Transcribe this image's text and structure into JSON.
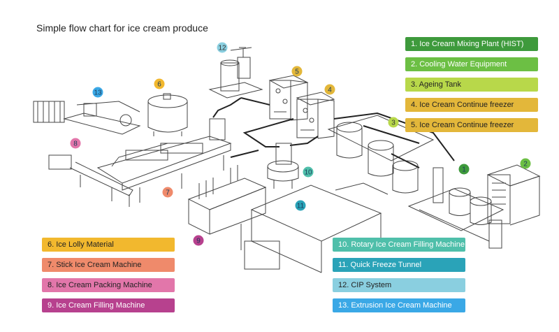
{
  "title": "Simple flow chart for ice cream produce",
  "legend_right": [
    {
      "label": "1. Ice Cream Mixing Plant (HIST)",
      "color": "#3e9a3c",
      "text": "dark"
    },
    {
      "label": "2. Cooling Water Equipment",
      "color": "#6cbf44",
      "text": "dark"
    },
    {
      "label": "3. Ageing Tank",
      "color": "#b8d84a",
      "text": "light"
    },
    {
      "label": "4. Ice Cream Continue freezer",
      "color": "#e3b73a",
      "text": "light"
    },
    {
      "label": "5. Ice Cream Continue freezer",
      "color": "#e3b73a",
      "text": "light"
    }
  ],
  "legend_left": [
    {
      "label": "6. Ice Lolly Material",
      "color": "#f2b82e",
      "text": "light"
    },
    {
      "label": "7. Stick Ice Cream Machine",
      "color": "#ef8a6b",
      "text": "light"
    },
    {
      "label": "8. Ice Cream Packing Machine",
      "color": "#e276aa",
      "text": "light"
    },
    {
      "label": "9. Ice Cream Filling Machine",
      "color": "#b7418e",
      "text": "dark"
    }
  ],
  "legend_bottom_right": [
    {
      "label": "10. Rotary Ice Cream Filling Machine",
      "color": "#4fbfaa",
      "text": "dark"
    },
    {
      "label": "11. Quick Freeze Tunnel",
      "color": "#2aa3b8",
      "text": "dark"
    },
    {
      "label": "12. CIP System",
      "color": "#8acfe0",
      "text": "light"
    },
    {
      "label": "13. Extrusion Ice Cream Machine",
      "color": "#3aa8e6",
      "text": "dark"
    }
  ],
  "markers": [
    {
      "n": "1",
      "color": "#3e9a3c"
    },
    {
      "n": "2",
      "color": "#6cbf44"
    },
    {
      "n": "3",
      "color": "#b8d84a"
    },
    {
      "n": "4",
      "color": "#e3b73a"
    },
    {
      "n": "5",
      "color": "#e3b73a"
    },
    {
      "n": "6",
      "color": "#f2b82e"
    },
    {
      "n": "7",
      "color": "#ef8a6b"
    },
    {
      "n": "8",
      "color": "#e276aa"
    },
    {
      "n": "9",
      "color": "#b7418e"
    },
    {
      "n": "10",
      "color": "#4fbfaa"
    },
    {
      "n": "11",
      "color": "#2aa3b8"
    },
    {
      "n": "12",
      "color": "#8acfe0"
    },
    {
      "n": "13",
      "color": "#3aa8e6"
    }
  ]
}
